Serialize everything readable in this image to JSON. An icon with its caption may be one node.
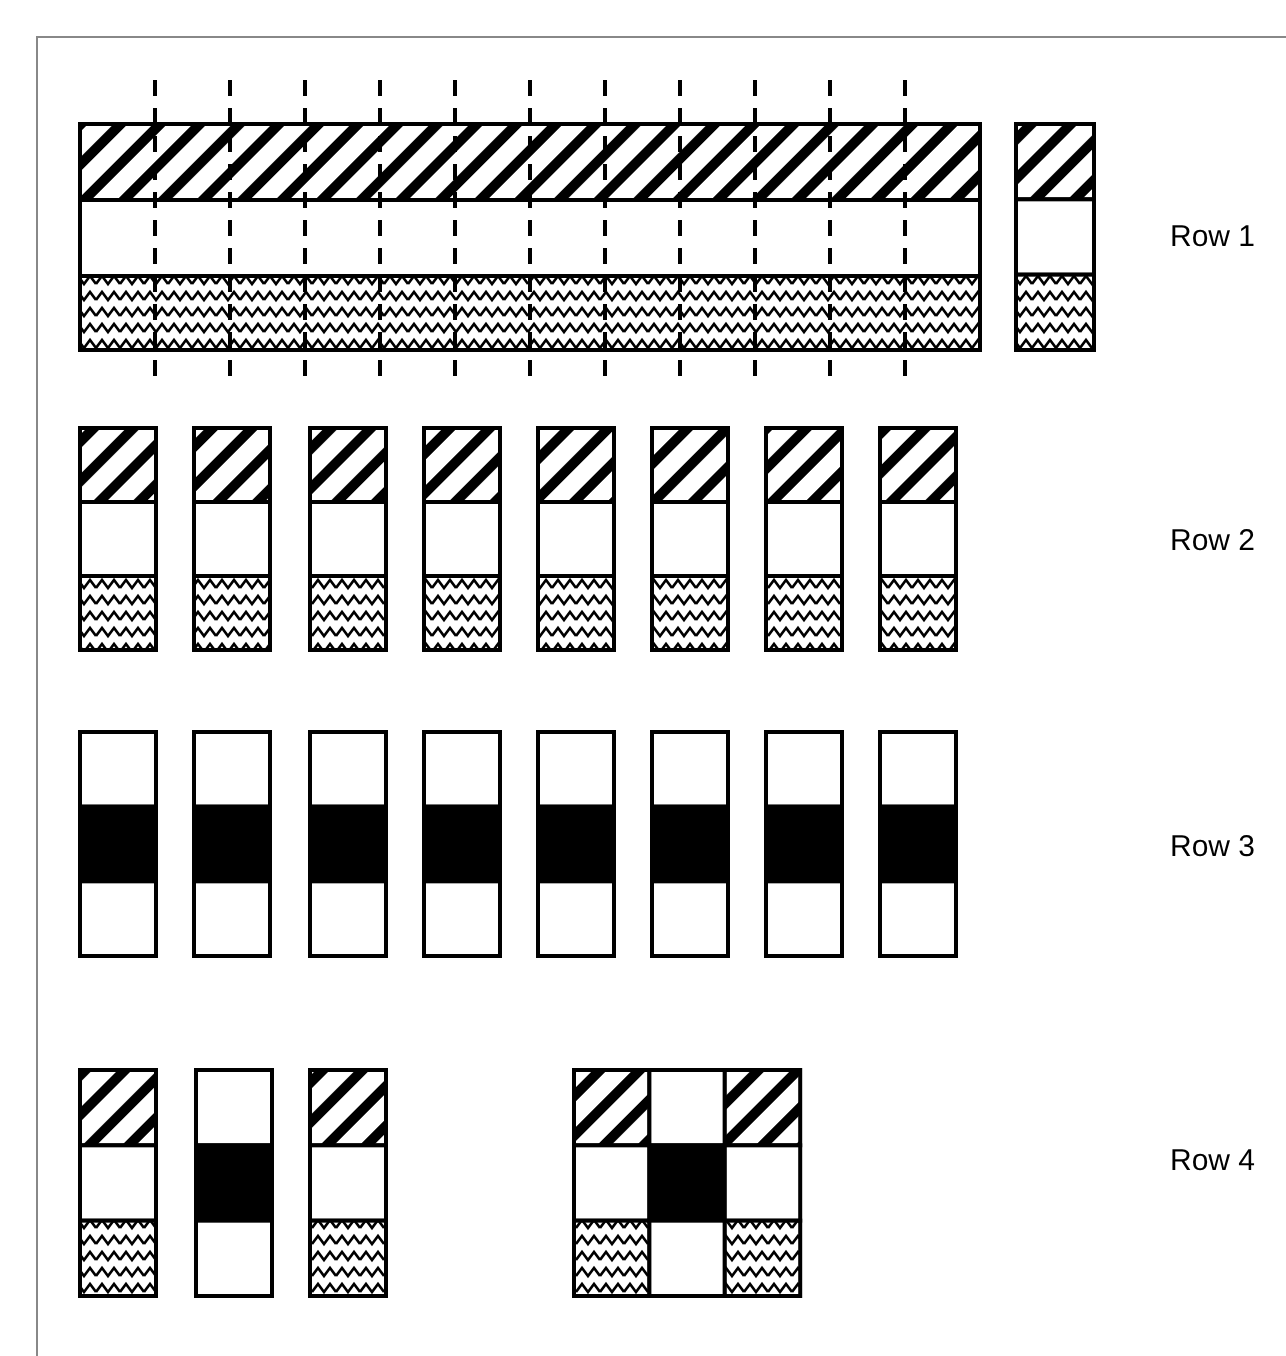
{
  "diagram": {
    "labels": [
      "Row 1",
      "Row 2",
      "Row 3",
      "Row 4"
    ]
  }
}
